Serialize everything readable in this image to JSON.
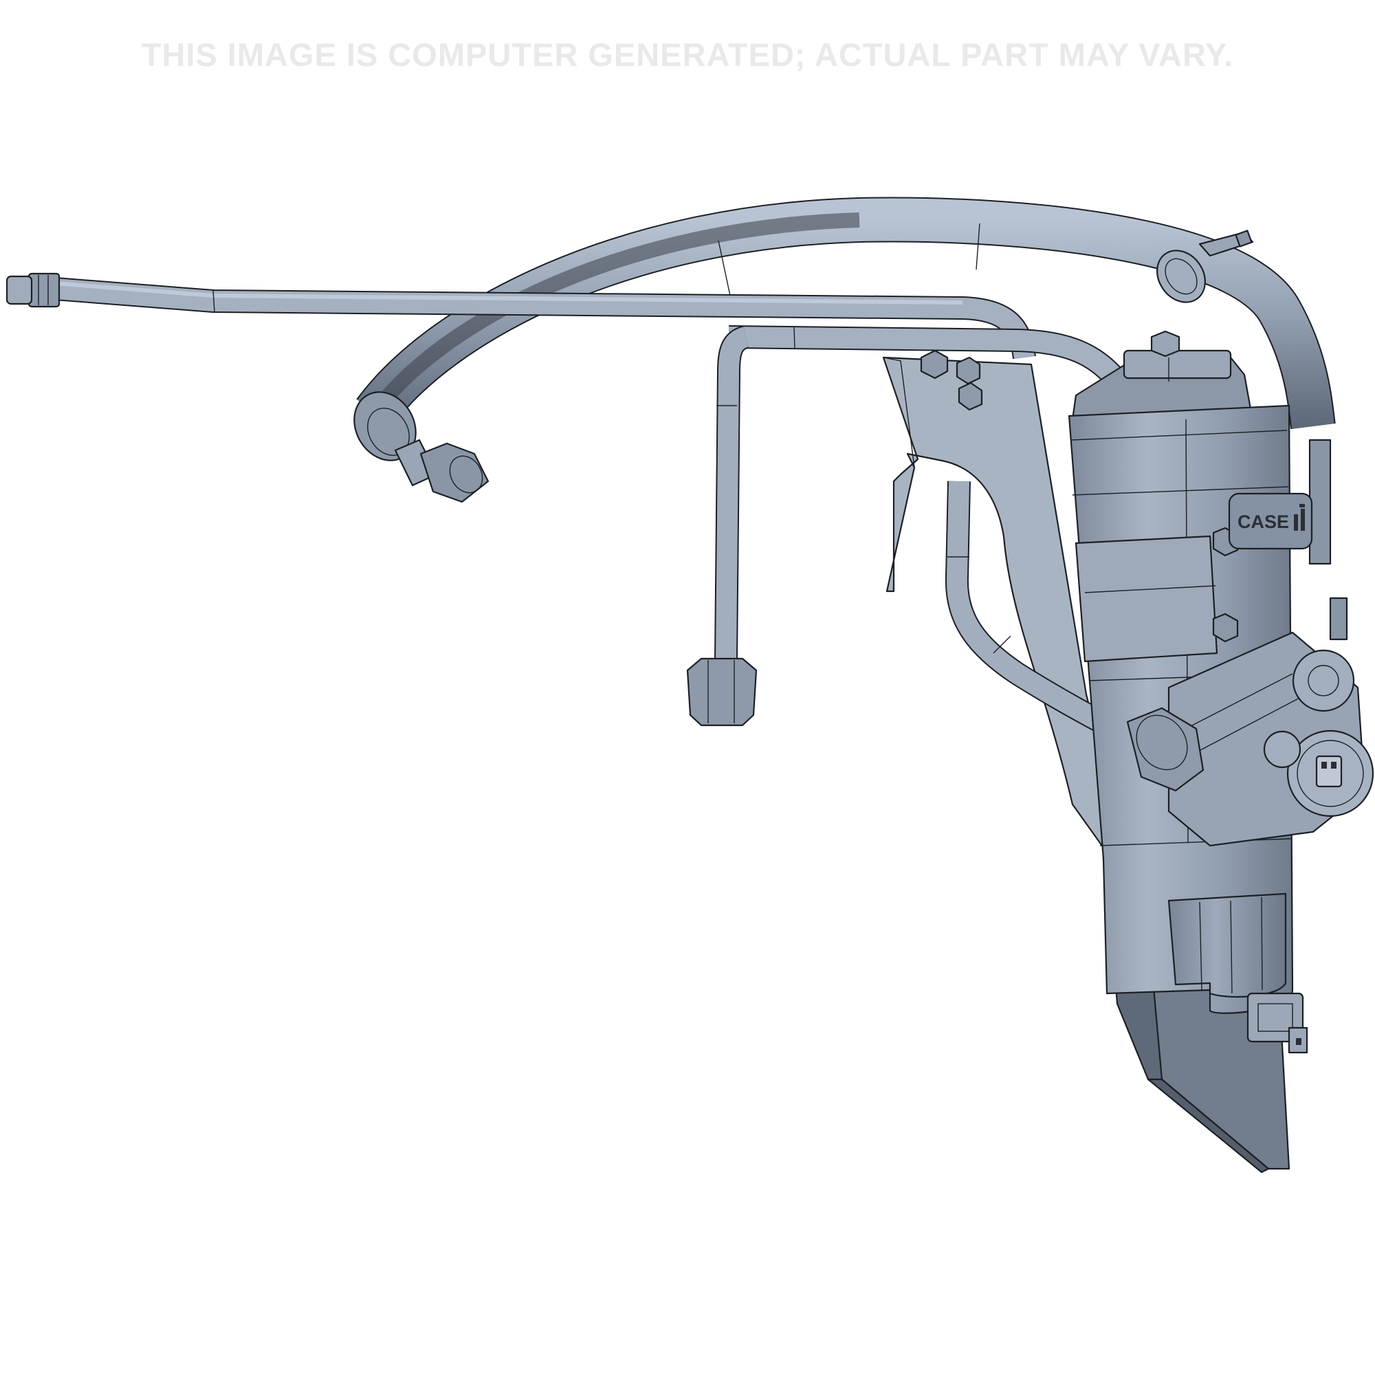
{
  "disclaimer": {
    "text": "THIS IMAGE IS COMPUTER GENERATED; ACTUAL PART MAY VARY.",
    "color": "#e9e9e9"
  },
  "logo": {
    "brand": "CASE",
    "mark": "IH"
  },
  "colors": {
    "background": "#ffffff",
    "part_light": "#a7b3c2",
    "part_mid": "#8e9bab",
    "part_dark": "#6b7686",
    "outline": "#1c1f24"
  }
}
